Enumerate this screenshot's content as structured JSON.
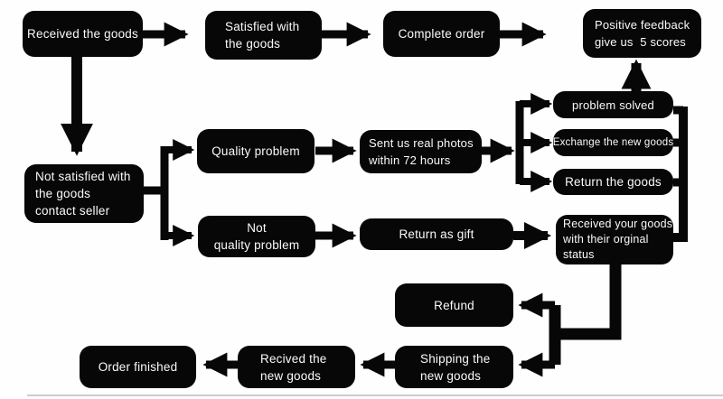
{
  "diagram": {
    "name": "after-sale order feedback flowchart",
    "colors": {
      "node_fill": "#070707",
      "node_text": "#fafafa",
      "background": "#fefefe"
    },
    "nodes": {
      "received_goods": {
        "label": "Received the goods"
      },
      "satisfied": {
        "lines": [
          "Satisfied with",
          "the goods"
        ]
      },
      "complete_order": {
        "label": "Complete order"
      },
      "positive_feedback": {
        "lines": [
          "Positive feedback",
          "give us  5 scores"
        ]
      },
      "not_satisfied": {
        "lines": [
          "Not satisfied with",
          "the goods",
          "contact seller"
        ]
      },
      "quality_problem": {
        "label": "Quality problem"
      },
      "not_quality_problem": {
        "lines": [
          "Not",
          "quality problem"
        ]
      },
      "sent_photos": {
        "lines": [
          "Sent us real photos",
          "within 72 hours"
        ]
      },
      "problem_solved": {
        "label": "problem solved"
      },
      "exchange_goods": {
        "label": "Exchange the new goods"
      },
      "return_goods": {
        "label": "Return the goods"
      },
      "received_your_goods": {
        "lines": [
          "Received your goods",
          "with their orginal",
          "status"
        ]
      },
      "return_as_gift": {
        "label": "Return as gift"
      },
      "refund": {
        "label": "Refund"
      },
      "shipping_new_goods": {
        "lines": [
          "Shipping the",
          "new goods"
        ]
      },
      "recived_new_goods": {
        "lines": [
          "Recived the",
          "new goods"
        ]
      },
      "order_finished": {
        "label": "Order finished"
      }
    }
  }
}
